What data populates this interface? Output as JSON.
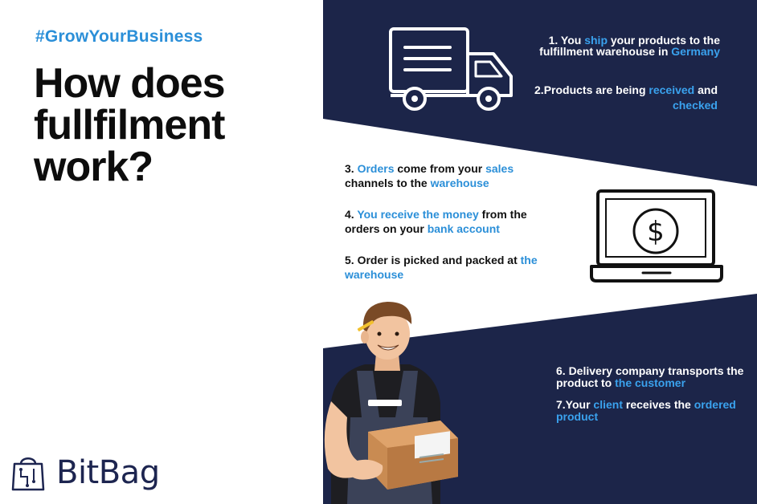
{
  "header": {
    "hashtag": "#GrowYourBusiness",
    "title_lines": [
      "How does",
      "fullfilment",
      "work?"
    ]
  },
  "brand": {
    "name": "BitBag",
    "logo_icon": "shopping-bag-circuit-icon",
    "color": "#1d2550"
  },
  "colors": {
    "navy": "#1c2549",
    "accent": "#2b8fd8",
    "white": "#ffffff",
    "black": "#0d0d0d"
  },
  "illustrations": {
    "truck": "delivery-truck-icon",
    "laptop": "laptop-dollar-icon",
    "worker": "delivery-worker-illustration"
  },
  "steps": {
    "s1": [
      {
        "t": "1. You ",
        "hl": false
      },
      {
        "t": "ship",
        "hl": true
      },
      {
        "t": " your products to the fulfillment warehouse in ",
        "hl": false
      },
      {
        "t": "Germany",
        "hl": true
      }
    ],
    "s2": [
      {
        "t": "2.Products are being ",
        "hl": false
      },
      {
        "t": "received",
        "hl": true
      },
      {
        "t": " and ",
        "hl": false
      },
      {
        "t": "checked",
        "hl": true
      }
    ],
    "s3": [
      {
        "t": "3. ",
        "hl": false
      },
      {
        "t": "Orders",
        "hl": true
      },
      {
        "t": " come from your ",
        "hl": false
      },
      {
        "t": "sales",
        "hl": true
      },
      {
        "t": " channels to the ",
        "hl": false
      },
      {
        "t": "warehouse",
        "hl": true
      }
    ],
    "s4": [
      {
        "t": "4. ",
        "hl": false
      },
      {
        "t": "You receive the money",
        "hl": true
      },
      {
        "t": " from the orders on your ",
        "hl": false
      },
      {
        "t": "bank account",
        "hl": true
      }
    ],
    "s5": [
      {
        "t": "5. Order is picked and packed at ",
        "hl": false
      },
      {
        "t": "the warehouse",
        "hl": true
      }
    ],
    "s6": [
      {
        "t": "6. Delivery company transports the product to ",
        "hl": false
      },
      {
        "t": "the customer",
        "hl": true
      }
    ],
    "s7": [
      {
        "t": "7.Your ",
        "hl": false
      },
      {
        "t": "client",
        "hl": true
      },
      {
        "t": " receives the ",
        "hl": false
      },
      {
        "t": "ordered product",
        "hl": true
      }
    ]
  }
}
